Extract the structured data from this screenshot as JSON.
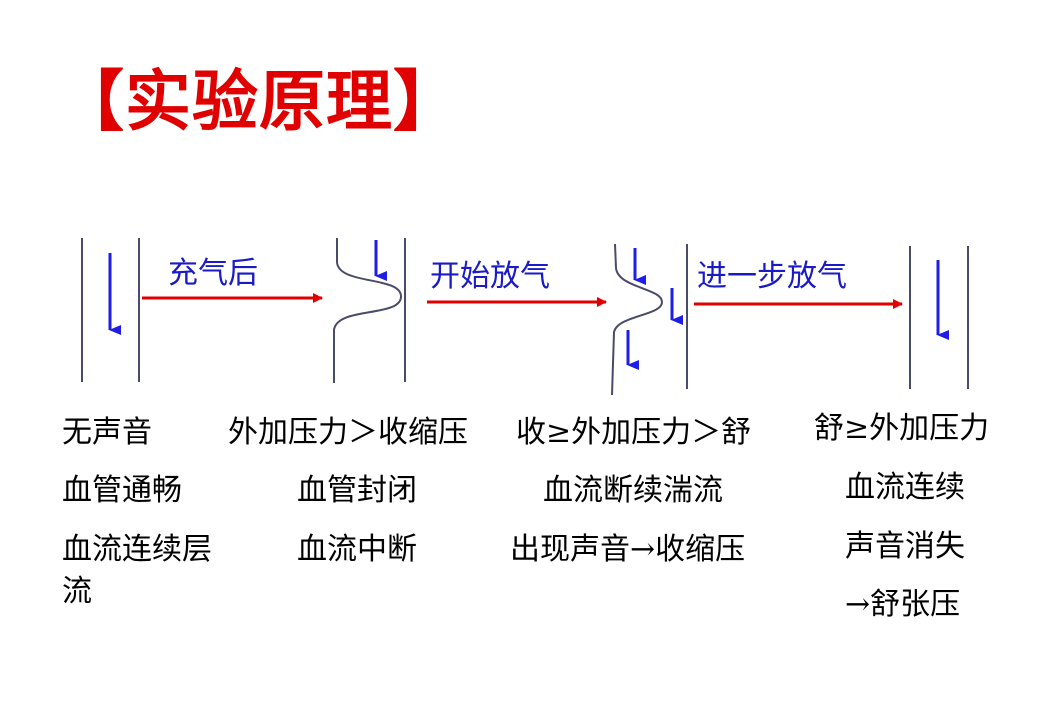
{
  "title": "【实验原理】",
  "colors": {
    "title": "#e00000",
    "process_arrow": "#e00000",
    "flow_arrow": "#1e1ee6",
    "vessel_wall": "#4a4a6a",
    "arrow_label": "#1a1ac8",
    "text": "#000000"
  },
  "transitions": [
    {
      "label": "充气后"
    },
    {
      "label": "开始放气"
    },
    {
      "label": "进一步放气"
    }
  ],
  "stages": [
    {
      "lines": [
        "无声音",
        "血管通畅",
        "血流连续层",
        "流"
      ]
    },
    {
      "lines": [
        "外加压力＞收缩压",
        "血管封闭",
        "血流中断"
      ]
    },
    {
      "lines": [
        "收≥外加压力＞舒",
        "血流断续湍流",
        "出现声音→收缩压"
      ]
    },
    {
      "lines": [
        "舒≥外加压力",
        "血流连续",
        "声音消失",
        "→舒张压"
      ]
    }
  ]
}
